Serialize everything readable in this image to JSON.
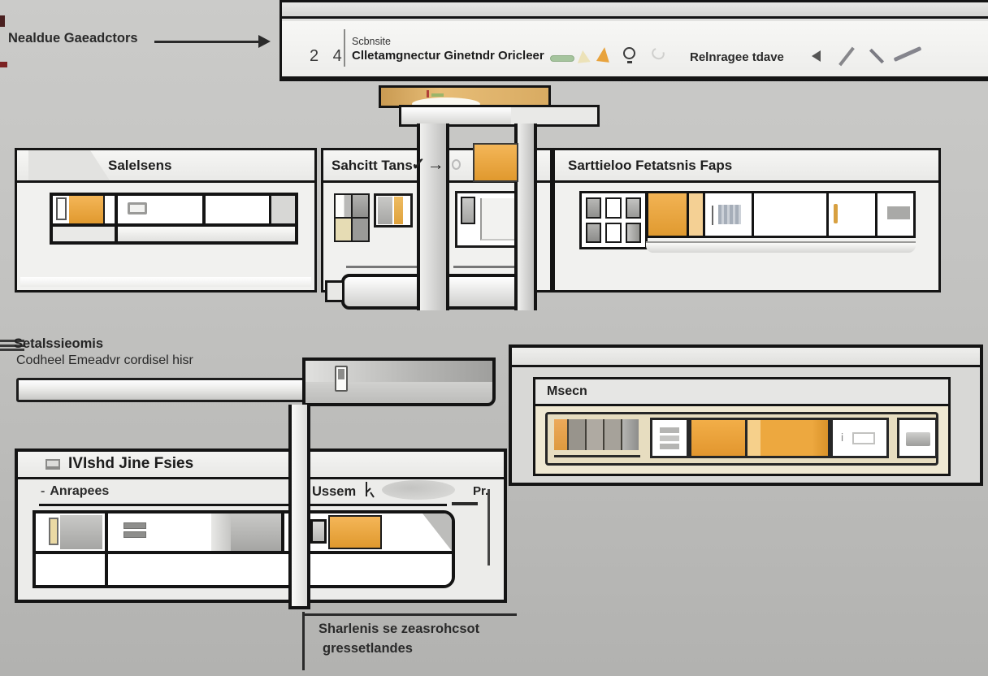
{
  "colors": {
    "accent_orange": "#e8a33d",
    "tan_bar": "#d9a95f",
    "green_pill": "#a5c49d",
    "beige": "#efe8d2",
    "panel_bg": "#f1f1ef",
    "border_black": "#141414"
  },
  "callouts": {
    "top_left": "Nealdue Gaeadctors",
    "bottom_line1": "Sharlenis se zeasrohcsot",
    "bottom_line2": "gressetlandes"
  },
  "top_toolbar": {
    "page_numbers": "2 4",
    "subtitle": "Scbnsite",
    "title": "Clletamgnectur Ginetndr Oricleer",
    "right_label": "Relnragee tdave"
  },
  "panels": {
    "left": {
      "title": "Salelsens"
    },
    "middle": {
      "title": "Sahcitt Tans",
      "check_arrow": "✓→"
    },
    "right": {
      "title": "Sarttieloo Fetatsnis Faps"
    }
  },
  "notes": {
    "title": "Setalssieomis",
    "subtitle": "Codheel Emeadvr cordisel hisr"
  },
  "explorer": {
    "title": "IVIshd Jine Fsies",
    "tree_prefix": "-",
    "tree_item": "Anrapees",
    "col_left": "Ussem",
    "col_right": "Pr."
  },
  "viewer": {
    "title": "Msecn",
    "info_label": "i"
  }
}
